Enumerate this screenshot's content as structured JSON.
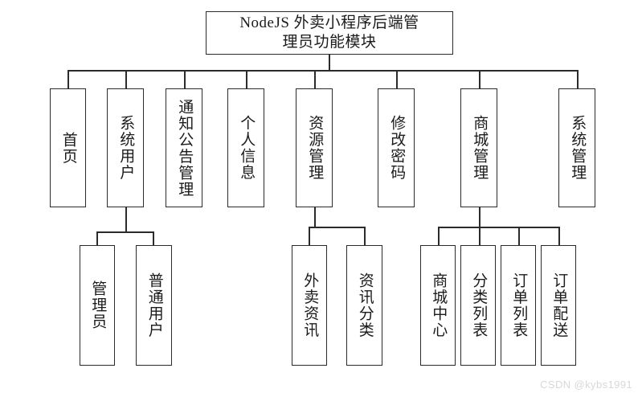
{
  "diagram": {
    "type": "tree",
    "title_node": {
      "id": "root",
      "label": "NodeJS 外卖小程序后端管理员功能模块",
      "line1": "NodeJS 外卖小程序后端管",
      "line2": "理员功能模块"
    },
    "level2": [
      {
        "id": "home",
        "label": "首页"
      },
      {
        "id": "system-user",
        "label": "系统用户"
      },
      {
        "id": "notice-announcement-management",
        "label": "通知公告管理"
      },
      {
        "id": "personal-info",
        "label": "个人信息"
      },
      {
        "id": "resource-management",
        "label": "资源管理"
      },
      {
        "id": "change-password",
        "label": "修改密码"
      },
      {
        "id": "mall-management",
        "label": "商城管理"
      },
      {
        "id": "system-management",
        "label": "系统管理"
      }
    ],
    "level3": {
      "system-user": [
        {
          "id": "administrator",
          "label": "管理员"
        },
        {
          "id": "normal-user",
          "label": "普通用户"
        }
      ],
      "resource-management": [
        {
          "id": "takeaway-news",
          "label": "外卖资讯"
        },
        {
          "id": "news-category",
          "label": "资讯分类"
        }
      ],
      "mall-management": [
        {
          "id": "mall-center",
          "label": "商城中心"
        },
        {
          "id": "category-list",
          "label": "分类列表"
        },
        {
          "id": "order-list",
          "label": "订单列表"
        },
        {
          "id": "order-delivery",
          "label": "订单配送"
        }
      ]
    },
    "colors": {
      "background": "#ffffff",
      "box_border": "#2b2b2b",
      "box_fill": "#ffffff",
      "text": "#1b1b1b",
      "connector": "#2b2b2b",
      "watermark": "#d8d8d8"
    }
  },
  "watermark": {
    "text": "CSDN @kybs1991"
  }
}
